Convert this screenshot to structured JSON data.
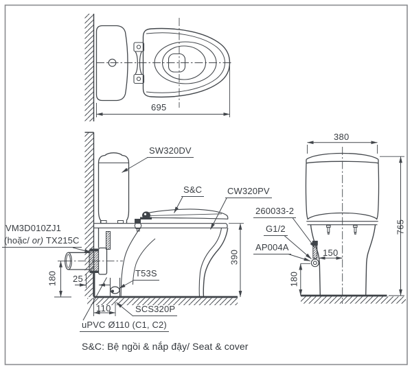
{
  "page": {
    "caption": "S&C: Bệ ngồi & nắp đậy/ Seat & cover"
  },
  "colors": {
    "line": "#42464b",
    "text": "#383c41",
    "background": "#ffffff",
    "frame_border": "#8a8c8f"
  },
  "top_view": {
    "dim_overall_depth": "695"
  },
  "side_view": {
    "label_cistern": "SW320DV",
    "label_seat_cover": "S&C",
    "label_bowl": "CW320PV",
    "label_inlet_valve_line1": "VM3D010ZJ1",
    "label_inlet_alt_prefix": "(hoặc/",
    "label_inlet_alt_or": "or)",
    "label_inlet_alt_code": "TX215C",
    "label_floor_fitting": "T53S",
    "label_floor_seal": "SCS320P",
    "label_drain_pipe": "uPVC Ø110 (C1, C2)",
    "dim_inlet_height": "180",
    "dim_wall_clearance": "25",
    "dim_outlet_from_wall": "110",
    "dim_rim_height": "390"
  },
  "rear_view": {
    "label_connector": "260033-2",
    "label_thread": "G1/2",
    "label_angle_valve": "AP004A",
    "dim_tank_width": "380",
    "dim_total_height": "765",
    "dim_inlet_side_offset": "150",
    "dim_inlet_height": "180"
  }
}
